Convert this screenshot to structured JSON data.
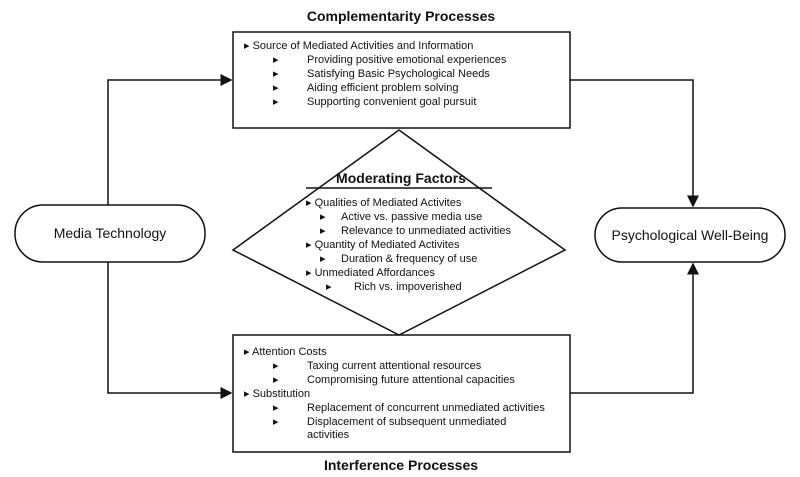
{
  "complementarity": {
    "title": "Complementarity Processes",
    "heading": "Source of Mediated Activities and Information",
    "items": [
      "Providing positive emotional experiences",
      "Satisfying Basic Psychological Needs",
      "Aiding efficient problem solving",
      "Supporting convenient goal pursuit"
    ]
  },
  "moderating": {
    "title": "Moderating Factors",
    "q1": "Qualities of Mediated Activites",
    "q1_items": [
      "Active vs. passive media use",
      "Relevance to unmediated activities"
    ],
    "q2": "Quantity of Mediated Activites",
    "q2_items": [
      "Duration & frequency of use"
    ],
    "q3": "Unmediated Affordances",
    "q3_items": [
      "Rich vs. impoverished"
    ]
  },
  "interference": {
    "title": "Interference Processes",
    "a": "Attention Costs",
    "a_items": [
      "Taxing current attentional resources",
      "Compromising future attentional capacities"
    ],
    "b": "Substitution",
    "b_items": [
      "Replacement of concurrent unmediated activities",
      "Displacement of subsequent unmediated",
      "activities"
    ]
  },
  "media_technology": "Media Technology",
  "wellbeing": "Psychological Well-Being"
}
